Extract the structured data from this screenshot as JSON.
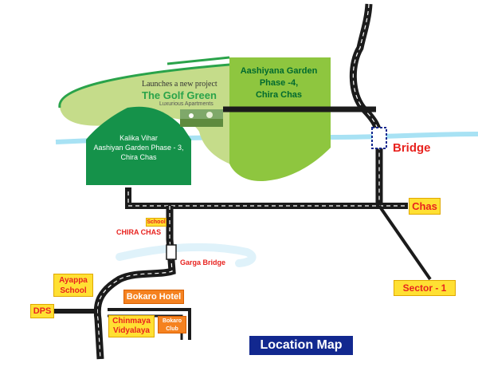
{
  "phase4": {
    "line1": "Aashiyana Garden",
    "line2": "Phase -4,",
    "line3": "Chira Chas"
  },
  "promo": {
    "line1": "Launches a new project",
    "brand": "The Golf Green",
    "line3": "Luxurious Apartments"
  },
  "phase3": {
    "line1": "Kalika Vihar",
    "line2": "Aashiyan Garden Phase - 3,",
    "line3": "Chira Chas"
  },
  "bridge": "Bridge",
  "chas": "Chas",
  "school_small": "School",
  "chira_chas": "CHIRA CHAS",
  "garga_bridge": "Garga Bridge",
  "ayappa": {
    "line1": "Ayappa",
    "line2": "School"
  },
  "bokaro_hotel": "Bokaro Hotel",
  "dps": "DPS",
  "chinmaya": {
    "line1": "Chinmaya",
    "line2": "Vidyalaya"
  },
  "bokaro_club": {
    "line1": "Bokaro",
    "line2": "Club"
  },
  "sector1": "Sector - 1",
  "title": "Location Map",
  "colors": {
    "light_green": "#c5dc8a",
    "bright_green": "#8ec63f",
    "dark_green": "#15924a",
    "river": "#a8e2f4",
    "road": "#1b1b1b",
    "label_red": "#e8231f",
    "yellow_box": "#ffe033",
    "orange_box": "#f58220",
    "title_box": "#12288f"
  }
}
